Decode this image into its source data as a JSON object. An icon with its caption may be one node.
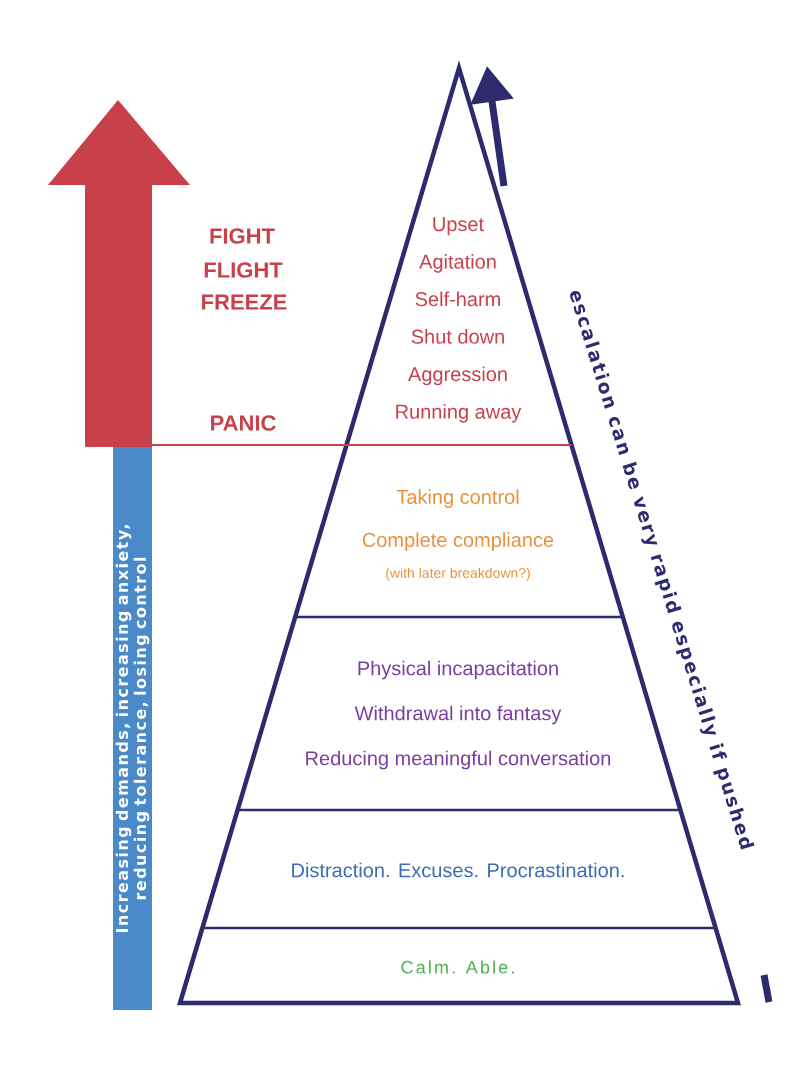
{
  "diagram": {
    "nodes": [
      {
        "text": [
          "Upset",
          "Agitation",
          "Self-harm",
          "Shut down",
          "Aggression",
          "Running away"
        ]
      },
      {
        "text": [
          "Taking control",
          "Complete compliance",
          "(with later breakdown?)"
        ]
      },
      {
        "text": [
          "Physical incapacitation",
          "Withdrawal into fantasy",
          "Reducing meaningful conversation"
        ]
      },
      {
        "text": [
          "Distraction. Excuses. Procrastination."
        ]
      },
      {
        "text": [
          "Calm. Able."
        ]
      },
      {
        "text": [
          "Increasing demands, increasing anxiety, reducing tolerance, losing control"
        ]
      }
    ],
    "labels": [
      "FIGHT",
      "FLIGHT",
      "FREEZE",
      "PANIC",
      "escalation can be very rapid especially if pushed"
    ]
  }
}
